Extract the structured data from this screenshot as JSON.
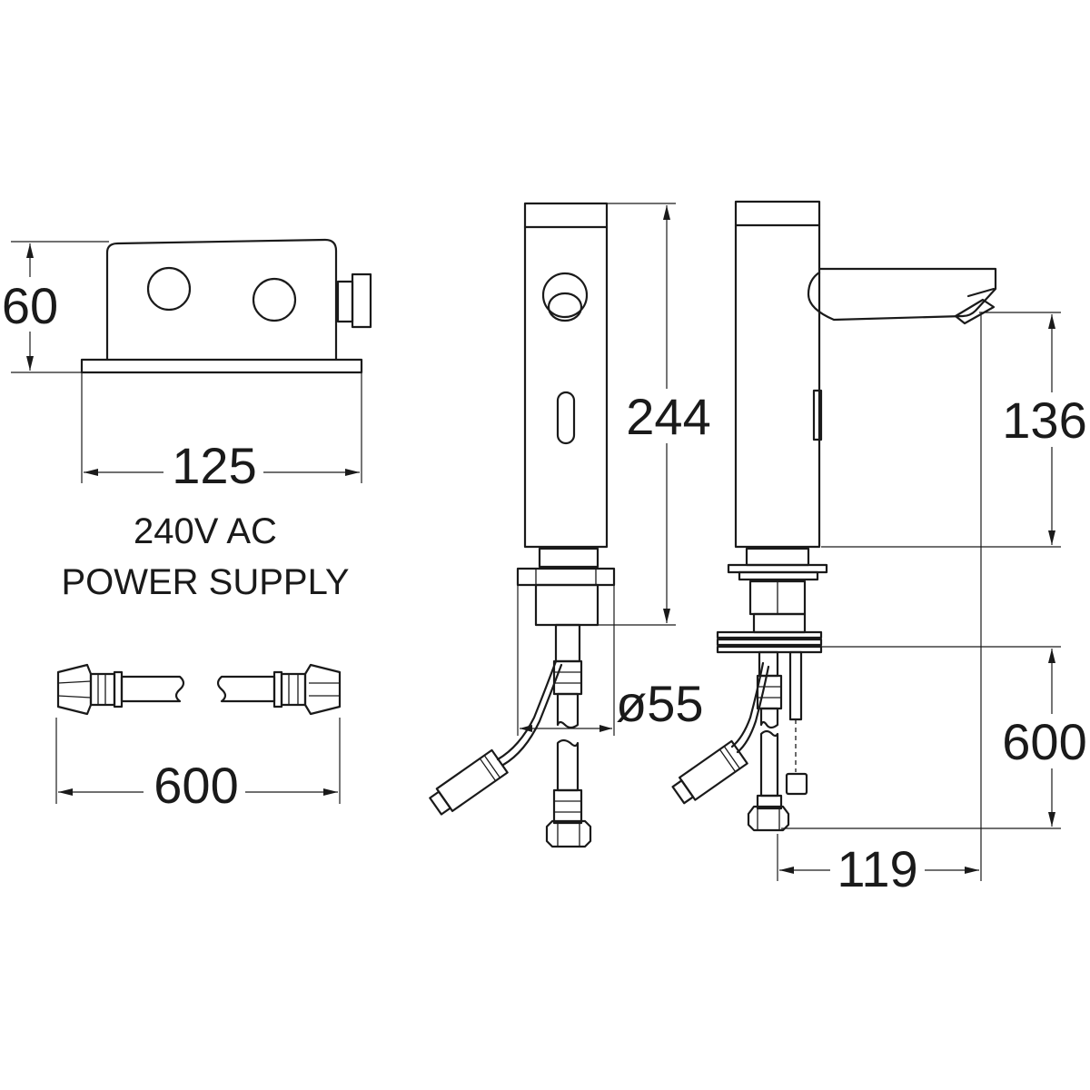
{
  "power_box": {
    "height_dim": "60",
    "width_dim": "125",
    "caption_line1": "240V AC",
    "caption_line2": "POWER SUPPLY"
  },
  "hose": {
    "length_dim": "600"
  },
  "tap_front": {
    "height_dim": "244",
    "diameter_dim": "ø55"
  },
  "tap_side": {
    "spout_height_dim": "136",
    "hose_length_dim": "600",
    "reach_dim": "119"
  }
}
